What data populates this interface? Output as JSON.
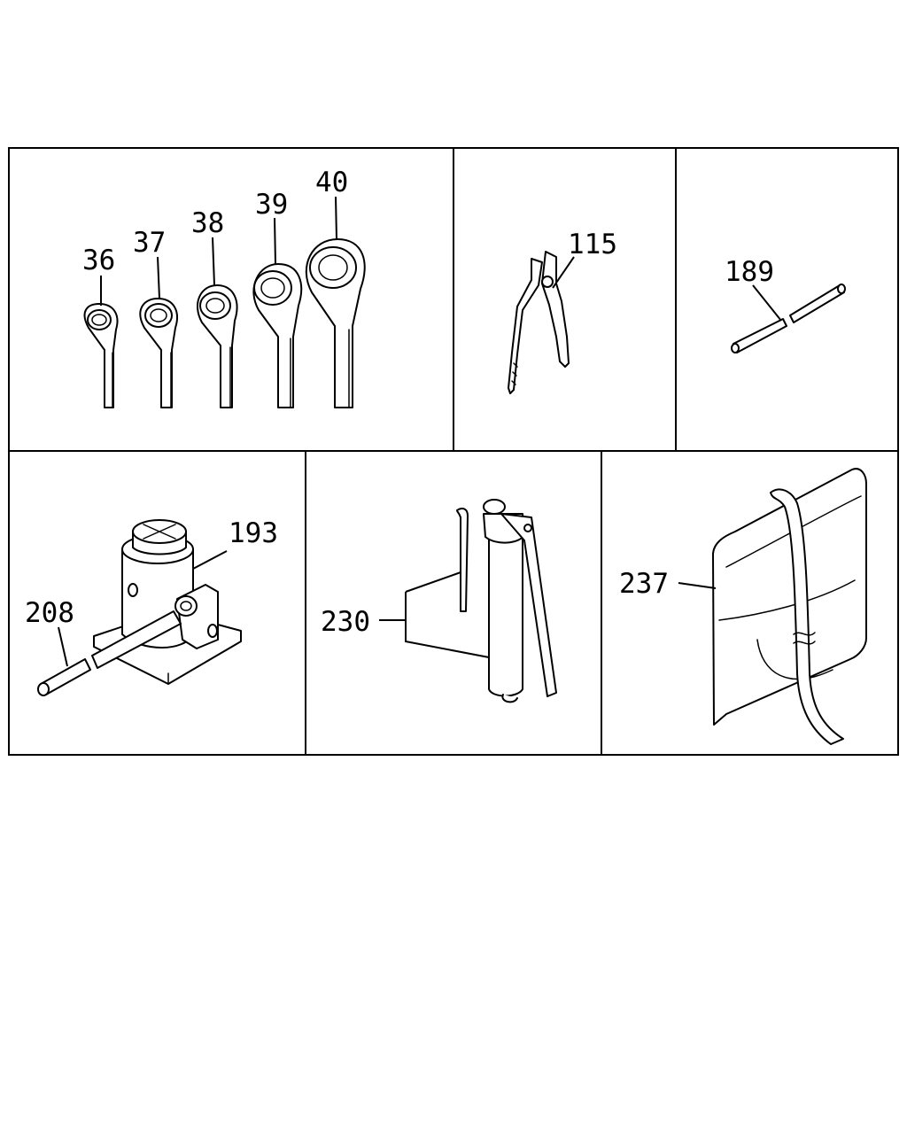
{
  "callouts": {
    "c36": "36",
    "c37": "37",
    "c38": "38",
    "c39": "39",
    "c40": "40",
    "c115": "115",
    "c189": "189",
    "c193": "193",
    "c208": "208",
    "c230": "230",
    "c237": "237"
  }
}
